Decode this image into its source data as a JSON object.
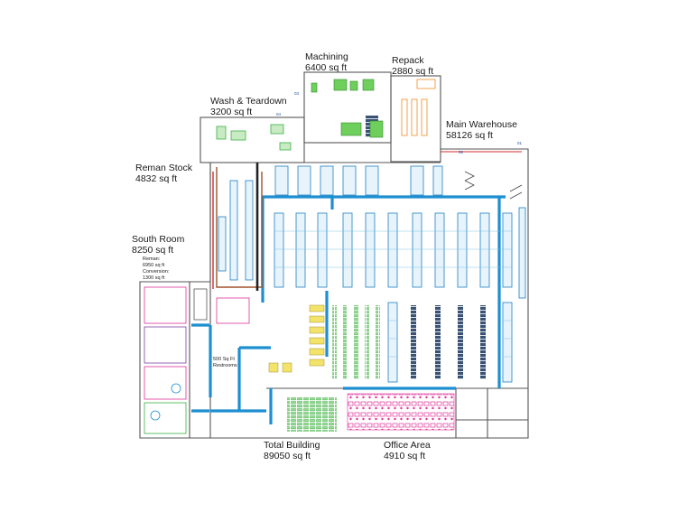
{
  "colors": {
    "wall": "#555555",
    "rack_blue": "#1f7fc4",
    "rack_light": "#7fc1e6",
    "heavy_blue": "#1d8fd1",
    "green_equipment": "#3cb043",
    "magenta_office": "#e0309a",
    "orange_equipment": "#f08a24",
    "brown_line": "#a0522d",
    "red_line": "#d22c2c"
  },
  "areas": {
    "machining": {
      "name": "Machining",
      "size": "6400 sq ft"
    },
    "repack": {
      "name": "Repack",
      "size": "2880 sq ft"
    },
    "wash_teardown": {
      "name": "Wash & Teardown",
      "size": "3200 sq ft"
    },
    "main_warehouse": {
      "name": "Main Warehouse",
      "size": "58126 sq ft"
    },
    "reman_stock": {
      "name": "Reman Stock",
      "size": "4832 sq ft"
    },
    "south_room": {
      "name": "South Room",
      "size": "8250 sq ft",
      "sub": [
        {
          "name": "Reman:",
          "size": "6950 sq ft"
        },
        {
          "name": "Conversion:",
          "size": "1300 sq ft"
        }
      ]
    },
    "total_building": {
      "name": "Total Building",
      "size": "89050 sq ft"
    },
    "office_area": {
      "name": "Office Area",
      "size": "4910 sq ft"
    },
    "restrooms": {
      "size": "500 Sq Ft",
      "name": "Restrooms"
    }
  },
  "markers": [
    "01",
    "02",
    "03",
    "04"
  ]
}
